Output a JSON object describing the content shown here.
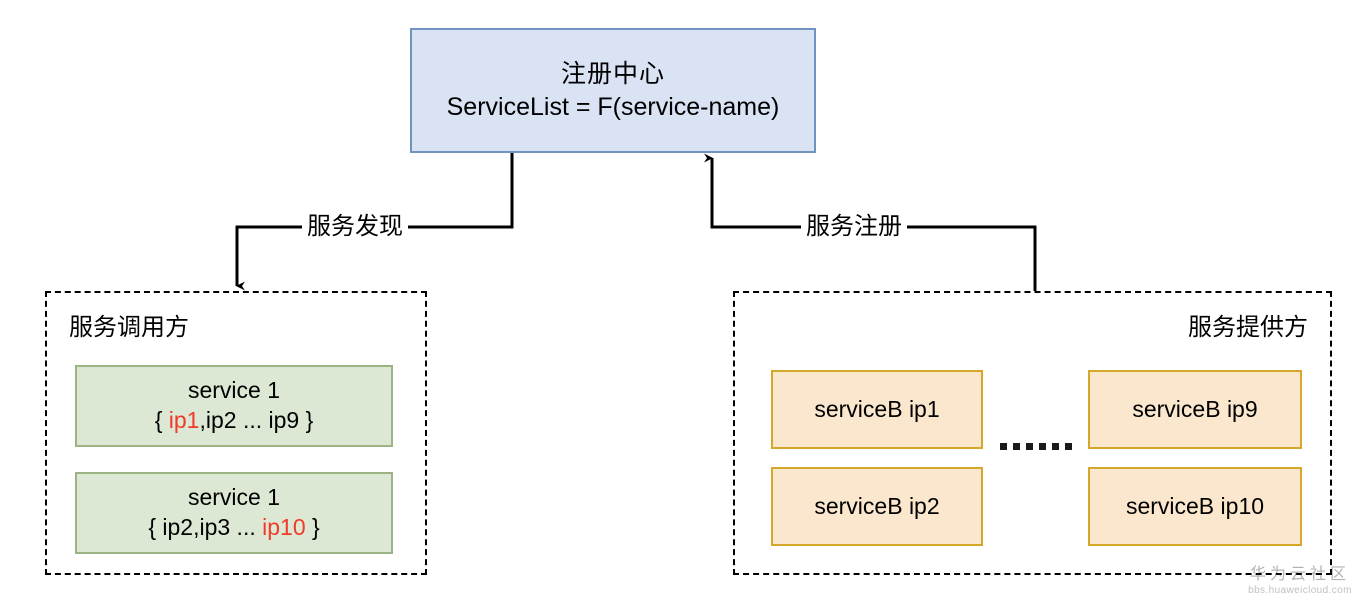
{
  "registry": {
    "title": "注册中心",
    "formula": "ServiceList = F(service-name)",
    "fill": "#dae3f3",
    "border": "#7193c0"
  },
  "connectors": {
    "discovery_label": "服务发现",
    "register_label": "服务注册",
    "stroke": "#000000"
  },
  "consumer": {
    "title": "服务调用方",
    "cards": [
      {
        "name": "service 1",
        "open_brace": "{ ",
        "highlight": "ip1",
        "rest": ",ip2 ... ip9 }",
        "highlight_position": "start"
      },
      {
        "name": "service 1",
        "open_brace": "{ ip2,ip3 ... ",
        "highlight": "ip10",
        "rest": " }",
        "highlight_position": "end"
      }
    ],
    "card_fill": "#dde8d4",
    "card_border": "#9cb383",
    "highlight_color": "#f03a2a"
  },
  "provider": {
    "title": "服务提供方",
    "column_left": [
      "serviceB ip1",
      "serviceB ip2"
    ],
    "column_right": [
      "serviceB ip9",
      "serviceB ip10"
    ],
    "ellipsis": "......",
    "card_fill": "#fbe7cd",
    "card_border": "#d5a82c"
  },
  "watermark": {
    "main": "华为云社区",
    "sub": "bbs.huaweicloud.com"
  }
}
